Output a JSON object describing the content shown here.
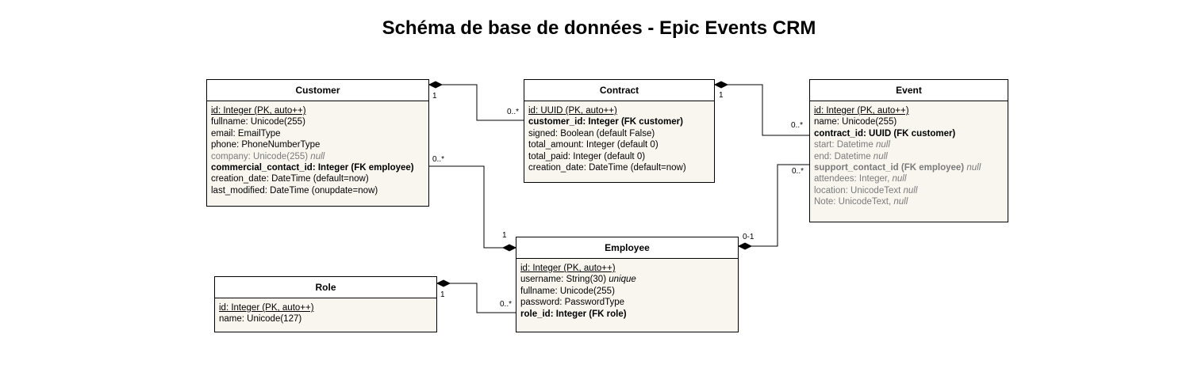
{
  "title": "Schéma de base de données - Epic Events CRM",
  "entities": {
    "customer": {
      "name": "Customer",
      "attrs": [
        {
          "label": "id: Integer (PK, auto++)"
        },
        {
          "label": "fullname: Unicode(255)"
        },
        {
          "label": "email: EmailType"
        },
        {
          "label": "phone: PhoneNumberType"
        },
        {
          "label": "company: Unicode(255) ",
          "suffix": "null"
        },
        {
          "label": "commercial_contact_id: Integer (FK employee)"
        },
        {
          "label": "creation_date: DateTime (default=now)"
        },
        {
          "label": "last_modified: DateTime (onupdate=now)"
        }
      ]
    },
    "contract": {
      "name": "Contract",
      "attrs": [
        {
          "label": "id: UUID (PK, auto++)"
        },
        {
          "label": "customer_id: Integer (FK customer)"
        },
        {
          "label": "signed: Boolean (default False)"
        },
        {
          "label": "total_amount: Integer (default 0)"
        },
        {
          "label": "total_paid: Integer (default 0)"
        },
        {
          "label": "creation_date: DateTime (default=now)"
        }
      ]
    },
    "event": {
      "name": "Event",
      "attrs": [
        {
          "label": "id: Integer (PK, auto++)"
        },
        {
          "label": "name: Unicode(255)"
        },
        {
          "label": "contract_id: UUID (FK customer)"
        },
        {
          "label": "start: Datetime ",
          "suffix": "null"
        },
        {
          "label": "end: Datetime ",
          "suffix": "null"
        },
        {
          "label": "support_contact_id (FK employee) ",
          "suffix": "null"
        },
        {
          "label": "attendees: Integer, ",
          "suffix": "null"
        },
        {
          "label": "location: UnicodeText ",
          "suffix": "null"
        },
        {
          "label": "Note: UnicodeText, ",
          "suffix": "null"
        }
      ]
    },
    "employee": {
      "name": "Employee",
      "attrs": [
        {
          "label": "id: Integer (PK, auto++)"
        },
        {
          "label": "username: String(30) ",
          "suffix": "unique"
        },
        {
          "label": "fullname: Unicode(255)"
        },
        {
          "label": "password: PasswordType"
        },
        {
          "label": "role_id: Integer (FK role)"
        }
      ]
    },
    "role": {
      "name": "Role",
      "attrs": [
        {
          "label": "id: Integer (PK, auto++)"
        },
        {
          "label": "name: Unicode(127)"
        }
      ]
    }
  },
  "multiplicities": {
    "cust_contract_one": "1",
    "cust_contract_many": "0..*",
    "contract_event_one": "1",
    "contract_event_many": "0..*",
    "cust_employee_many": "0..*",
    "cust_employee_one": "1",
    "event_employee_many": "0..*",
    "event_employee_zero_one": "0-1",
    "role_employee_one": "1",
    "role_employee_many": "0..*"
  }
}
